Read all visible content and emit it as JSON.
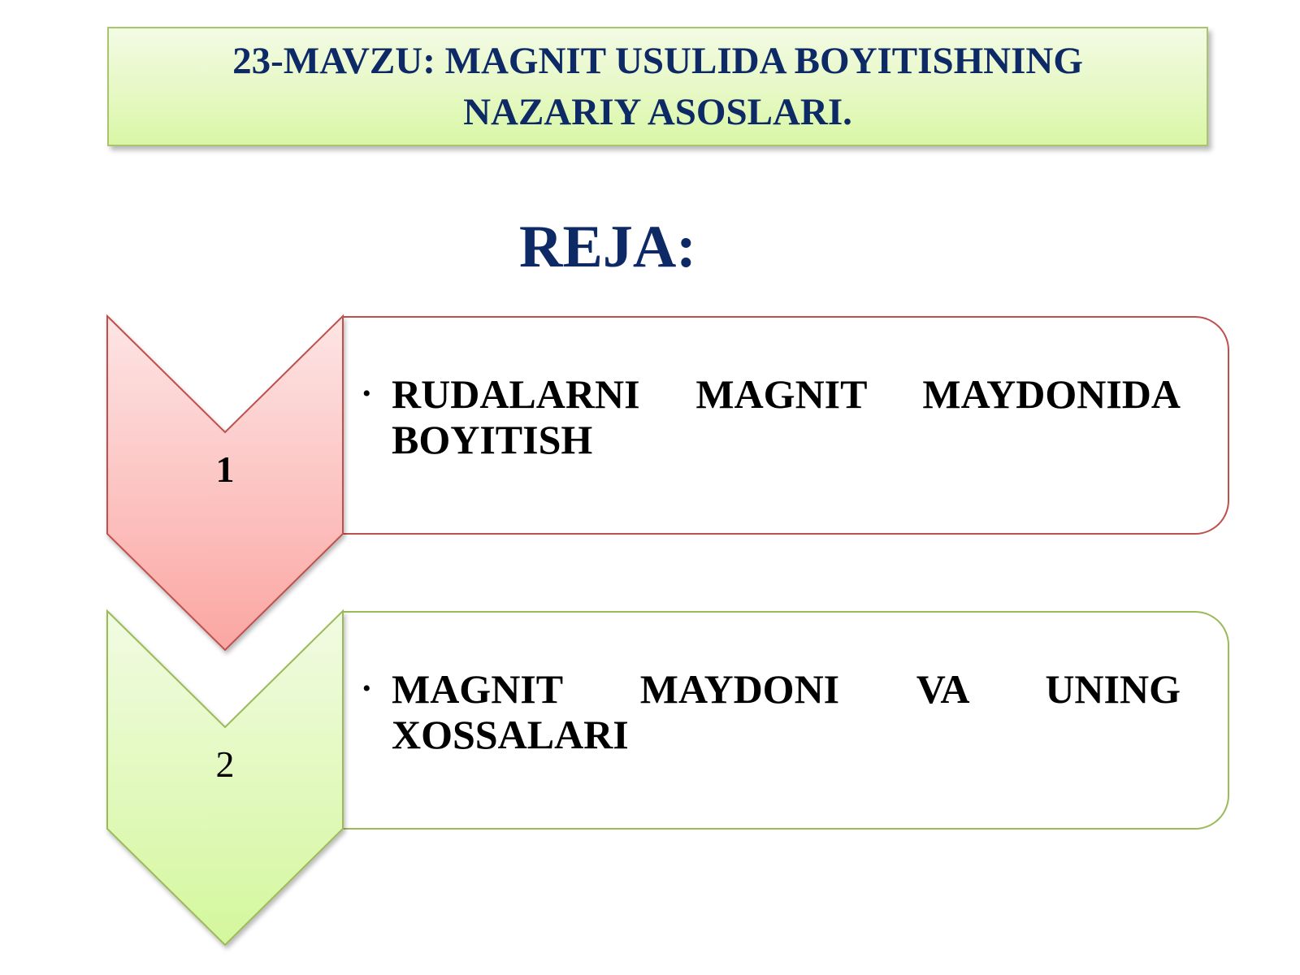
{
  "slide": {
    "title_line1": "23-MAVZU: MAGNIT USULIDA BOYITISHNING",
    "title_line2": "NAZARIY ASOSLARI.",
    "subtitle": "REJA:",
    "colors": {
      "title_text": "#0d2a66",
      "title_fill_top": "#f3fbe4",
      "title_fill_bottom": "#d9f7a6",
      "title_border": "#a9c46c",
      "item1_border": "#c0504d",
      "item1_fill_top": "#fde3e3",
      "item1_fill_bottom": "#fca8a4",
      "item2_border": "#9bbb59",
      "item2_fill_top": "#f1fbe3",
      "item2_fill_bottom": "#d6f7a0"
    },
    "items": [
      {
        "number": "1",
        "bullet": "•",
        "text": "RUDALARNI MAGNIT MAYDONIDA BOYITISH"
      },
      {
        "number": "2",
        "bullet": "•",
        "text": "MAGNIT MAYDONI VA UNING XOSSALARI"
      }
    ]
  }
}
